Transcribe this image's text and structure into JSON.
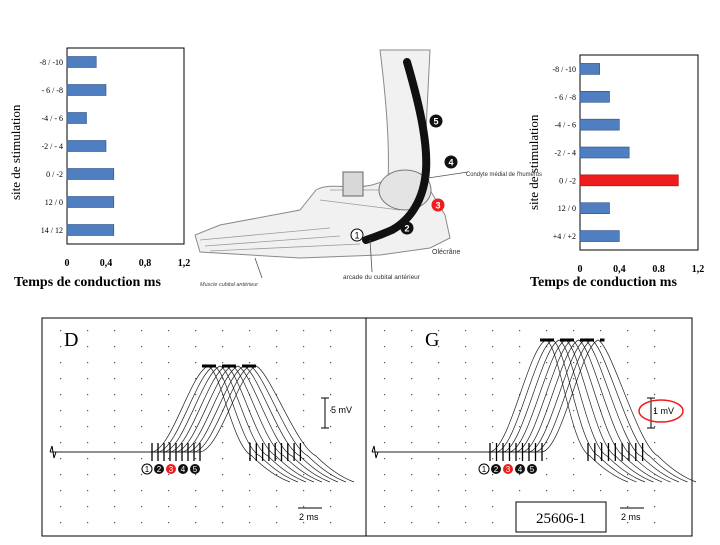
{
  "chart_data": [
    {
      "type": "bar",
      "orientation": "horizontal",
      "ylabel": "site de stimulation",
      "xlabel": "Temps de conduction ms",
      "categories": [
        "-8 / -10",
        "- 6 / -8",
        "-4 / - 6",
        "-2 / - 4",
        "0 / -2",
        "12 / 0",
        "14 / 12"
      ],
      "values": [
        0.3,
        0.4,
        0.2,
        0.4,
        0.48,
        0.48,
        0.48
      ],
      "xlim": [
        0,
        1.2
      ],
      "xticks": [
        "0",
        "0,4",
        "0,8",
        "1,2"
      ],
      "bar_color": "#4f7fc0"
    },
    {
      "type": "bar",
      "orientation": "horizontal",
      "ylabel": "site de stimulation",
      "xlabel": "Temps de conduction ms",
      "categories": [
        "-8 / -10",
        "- 6 / -8",
        "-4 / - 6",
        "-2 / - 4",
        "0 / -2",
        "12 / 0",
        "+4 / +2"
      ],
      "values": [
        0.2,
        0.3,
        0.4,
        0.5,
        1.0,
        0.3,
        0.4
      ],
      "highlight_index": 4,
      "xlim": [
        0,
        1.2
      ],
      "xticks": [
        "0",
        "0,4",
        "0.8",
        "1,2"
      ],
      "bar_color": "#4f7fc0",
      "highlight_color": "#ee1c1c"
    }
  ],
  "illustration": {
    "labels": {
      "condyle": "Condyte médial de l'humérus",
      "olecrane": "Olécrâne",
      "muscle": "Muscle cubital antérieur",
      "arcade": "arcade du cubital antérieur"
    },
    "markers": [
      "1",
      "2",
      "3",
      "4",
      "5"
    ]
  },
  "traces": {
    "left_panel_label": "D",
    "right_panel_label": "G",
    "left_scale": "5 mV",
    "right_scale": "1 mV",
    "time_scale": "2 ms",
    "markers": [
      "1",
      "2",
      "3",
      "4",
      "5"
    ],
    "footer_id": "25606-1"
  },
  "colors": {
    "accent_red": "#ee1c1c",
    "bar_blue": "#4f7fc0"
  }
}
